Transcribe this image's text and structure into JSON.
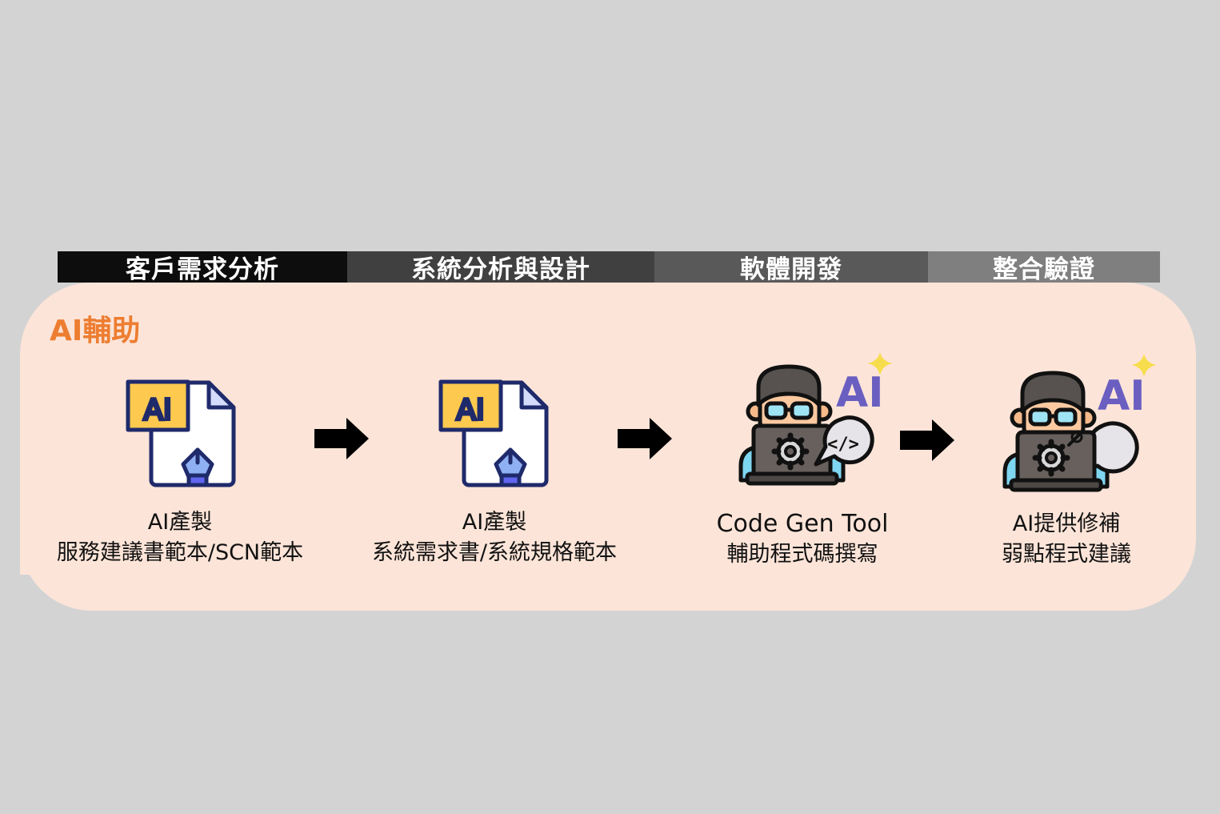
{
  "phases": [
    {
      "label": "客戶需求分析",
      "color": "#0d0d0d"
    },
    {
      "label": "系統分析與設計",
      "color": "#404040"
    },
    {
      "label": "軟體開發",
      "color": "#595959"
    },
    {
      "label": "整合驗證",
      "color": "#7f7f7f"
    }
  ],
  "panel": {
    "title": "AI輔助",
    "title_color": "#ed7d31",
    "background": "#fce4d8"
  },
  "steps": [
    {
      "icon": "ai-document-pen-icon",
      "badge": "AI",
      "caption_line1": "AI產製",
      "caption_line2": "服務建議書範本/SCN範本"
    },
    {
      "icon": "ai-document-pen-icon",
      "badge": "AI",
      "caption_line1": "AI產製",
      "caption_line2": "系統需求書/系統規格範本"
    },
    {
      "icon": "developer-code-ai-icon",
      "badge": "AI",
      "caption_line1": "Code Gen Tool",
      "caption_line2": "輔助程式碼撰寫"
    },
    {
      "icon": "developer-bug-fix-ai-icon",
      "badge": "AI",
      "caption_line1": "AI提供修補",
      "caption_line2": "弱點程式建議"
    }
  ],
  "arrows": [
    "arrow-right-icon",
    "arrow-right-icon",
    "arrow-right-icon"
  ]
}
